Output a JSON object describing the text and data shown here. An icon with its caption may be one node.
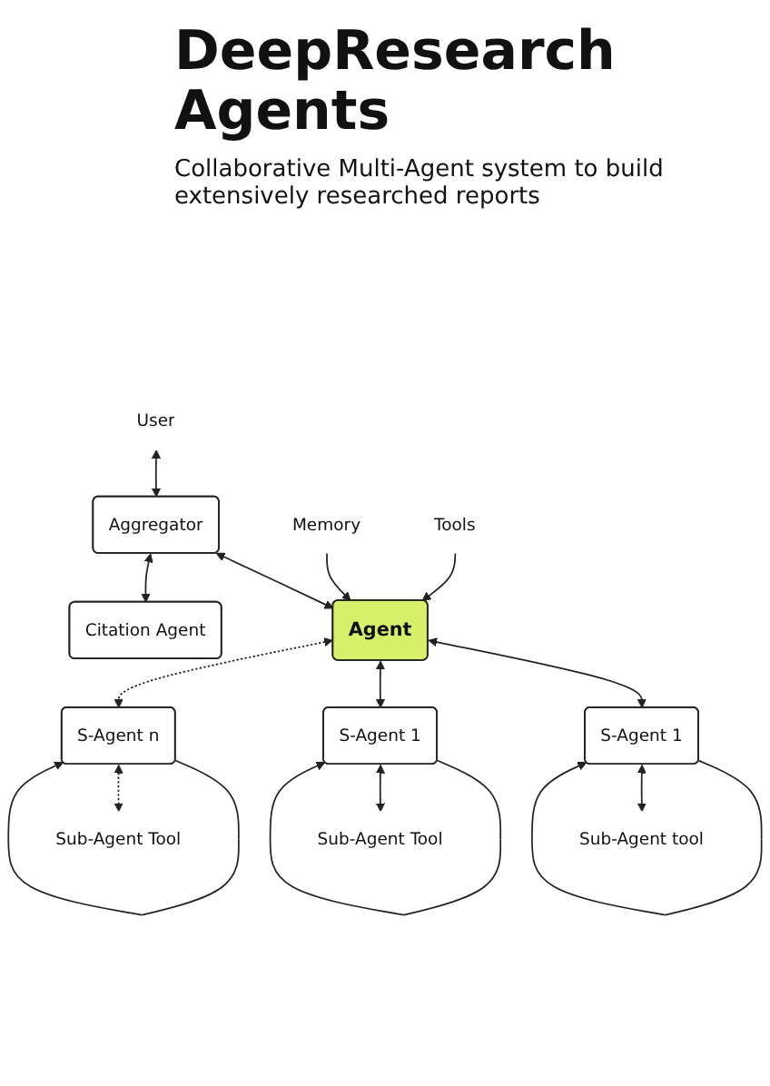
{
  "diagram": {
    "title": "DeepResearch Agents",
    "caption": "Collaborative Multi-Agent system to build extensively researched reports",
    "nodes": [
      {
        "text": [
          "User"
        ]
      },
      {
        "text": [
          "Aggregator"
        ]
      },
      {
        "text": [
          "Citation Agent"
        ]
      },
      {
        "text": [
          "Agent"
        ]
      },
      {
        "text": [
          "Memory"
        ]
      },
      {
        "text": [
          "Tools"
        ]
      },
      {
        "text": [
          "S-Agent 1"
        ]
      },
      {
        "text": [
          "S-Agent 1"
        ]
      },
      {
        "text": [
          "S-Agent n"
        ]
      },
      {
        "text": [
          "Sub-Agent tool"
        ]
      },
      {
        "text": [
          "Sub-Agent Tool"
        ]
      },
      {
        "text": [
          "Sub-Agent Tool"
        ]
      }
    ],
    "edges": [
      {
        "from": 0,
        "to": 1,
        "arrow": "both"
      },
      {
        "from": 1,
        "to": 3,
        "arrow": "both"
      },
      {
        "from": 1,
        "to": 2,
        "arrow": "both"
      },
      {
        "from": 4,
        "to": 3,
        "arrow": "to"
      },
      {
        "from": 5,
        "to": 3,
        "arrow": "to"
      },
      {
        "from": 3,
        "to": 6,
        "arrow": "both"
      },
      {
        "from": 3,
        "to": 7,
        "arrow": "both"
      },
      {
        "from": 3,
        "to": 8,
        "arrow": "both",
        "style": "dashed"
      },
      {
        "from": 6,
        "to": 6,
        "arrow": "to"
      },
      {
        "from": 7,
        "to": 7,
        "arrow": "to"
      },
      {
        "from": 8,
        "to": 8,
        "arrow": "to"
      },
      {
        "from": 6,
        "to": 9,
        "arrow": "both"
      },
      {
        "from": 7,
        "to": 10,
        "arrow": "both"
      },
      {
        "from": 8,
        "to": 11,
        "arrow": "both",
        "style": "dashed"
      }
    ]
  }
}
